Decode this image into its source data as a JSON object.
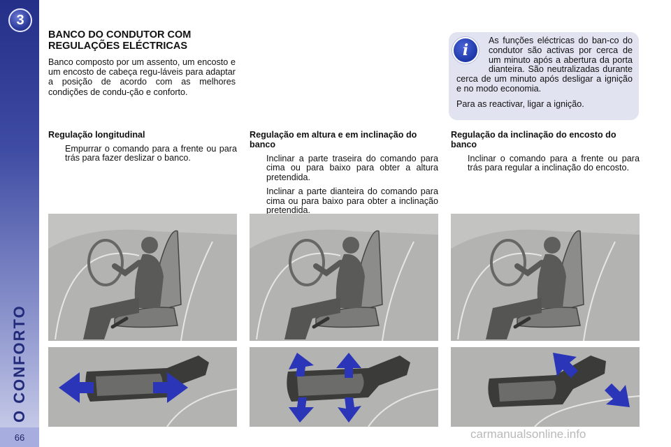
{
  "chapter": {
    "number": "3",
    "title": "O CONFORTO",
    "page_number": "66",
    "colors": {
      "band_top": "#242f88",
      "band_bottom": "#c4c8e7",
      "arrow": "#2b35b8"
    }
  },
  "section": {
    "title": "BANCO DO CONDUTOR COM REGULAÇÕES ELÉCTRICAS",
    "intro": "Banco composto por um assento, um encosto e um encosto de cabeça regu-láveis para adaptar a posição de acordo com as melhores condições de condu-ção e conforto."
  },
  "info_box": {
    "icon": "info-icon",
    "icon_glyph": "i",
    "paragraph1": "As funções eléctricas do ban-co do condutor são activas por cerca de um minuto após a abertura da porta dianteira. São neutralizadas durante cerca de um minuto após desligar a ignição e no modo economia.",
    "paragraph2": "Para as reactivar, ligar a ignição."
  },
  "columns": [
    {
      "heading": "Regulação longitudinal",
      "bullets": [
        "Empurrar o comando para a frente ou para trás para fazer deslizar o banco."
      ]
    },
    {
      "heading": "Regulação em altura e em inclinação do banco",
      "bullets": [
        "Inclinar a parte traseira do comando para cima ou para baixo para obter a altura pretendida.",
        "Inclinar a parte dianteira do comando para cima ou para baixo para obter a inclinação pretendida."
      ]
    },
    {
      "heading": "Regulação da inclinação do encosto do banco",
      "bullets": [
        "Inclinar o comando para a frente ou para trás para regular a inclinação do encosto."
      ]
    }
  ],
  "bullet_glyph": "",
  "watermark": "carmanualsonline.info"
}
